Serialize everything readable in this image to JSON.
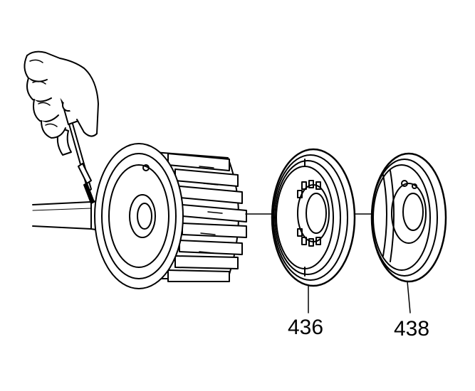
{
  "diagram": {
    "callouts": [
      {
        "id": "436",
        "text": "436"
      },
      {
        "id": "438",
        "text": "438"
      }
    ],
    "colors": {
      "line": "#000000",
      "background": "#ffffff"
    },
    "icons": [
      "hand-icon",
      "air-nozzle-icon"
    ]
  }
}
